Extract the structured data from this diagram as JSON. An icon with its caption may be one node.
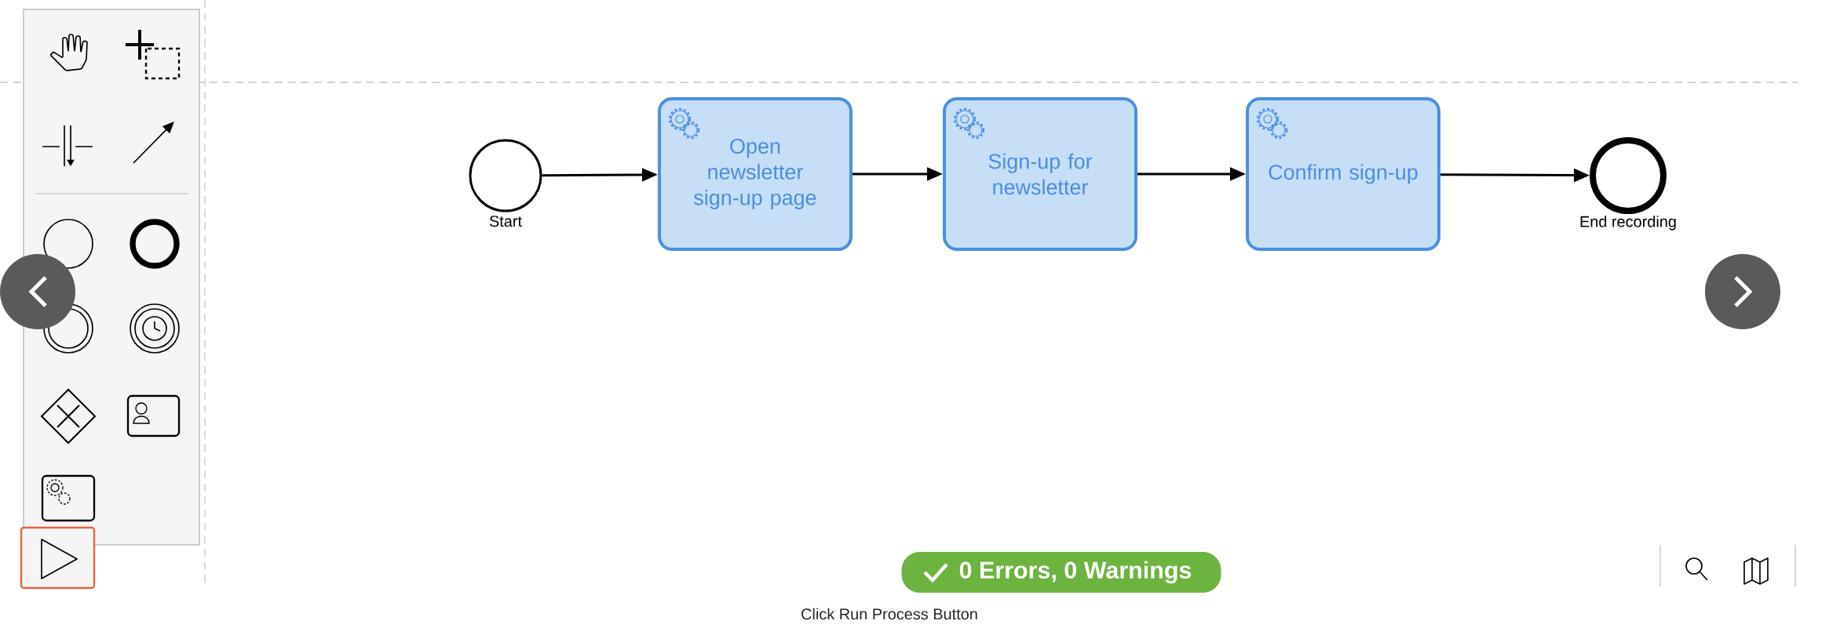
{
  "diagram": {
    "caption": "Click Run Process Button",
    "nodes": [
      {
        "text": [],
        "shape": "circle",
        "beside": [
          "Start"
        ]
      },
      {
        "text": [
          "Open newsletter sign-up page"
        ]
      },
      {
        "text": [
          "Sign-up for newsletter"
        ]
      },
      {
        "text": [
          "Confirm sign-up"
        ]
      },
      {
        "text": [],
        "shape": "circle",
        "beside": [
          "End recording"
        ]
      }
    ],
    "edges": [
      {
        "from": 0,
        "to": 1,
        "arrow": "to"
      },
      {
        "from": 1,
        "to": 2,
        "arrow": "to"
      },
      {
        "from": 2,
        "to": 3,
        "arrow": "to"
      },
      {
        "from": 3,
        "to": 4,
        "arrow": "to"
      }
    ],
    "labels": [
      "0 Errors, 0 Warnings"
    ]
  }
}
